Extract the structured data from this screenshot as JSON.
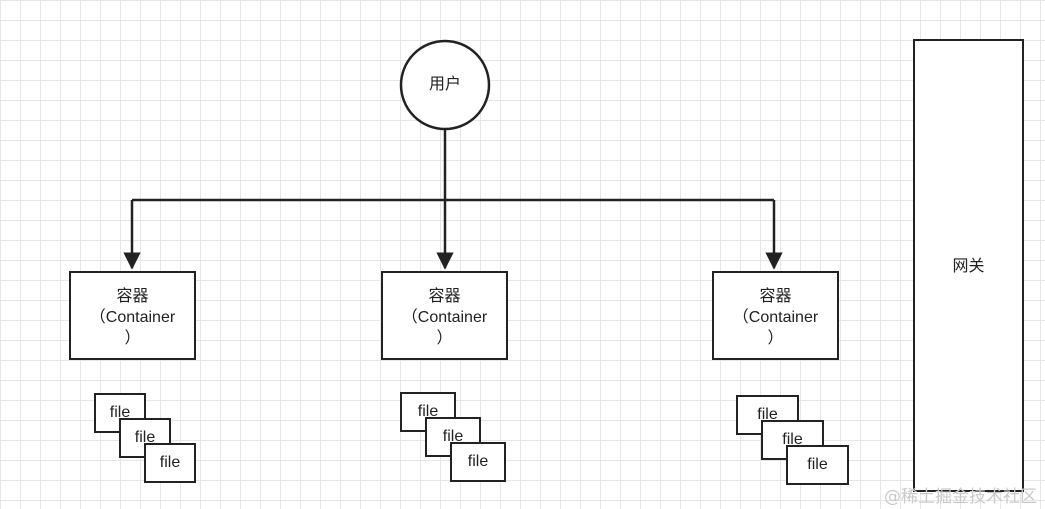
{
  "user": {
    "label": "用户"
  },
  "containers": [
    {
      "line1": "容器",
      "line2": "（Container",
      "line3": "）"
    },
    {
      "line1": "容器",
      "line2": "（Container",
      "line3": "）"
    },
    {
      "line1": "容器",
      "line2": "（Container",
      "line3": "）"
    }
  ],
  "file_groups": [
    [
      "file",
      "file",
      "file"
    ],
    [
      "file",
      "file",
      "file"
    ],
    [
      "file",
      "file",
      "file"
    ]
  ],
  "gateway": {
    "label": "网关"
  },
  "watermark": "@稀土掘金技术社区",
  "colors": {
    "stroke": "#222222",
    "grid": "#e6e6e6",
    "background": "#ffffff"
  }
}
